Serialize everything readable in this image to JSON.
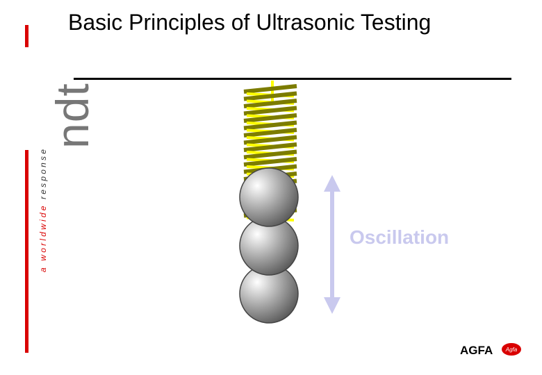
{
  "slide": {
    "title": "Basic Principles of Ultrasonic Testing",
    "label": "Oscillation"
  },
  "brand": {
    "mark": "ndt",
    "tagline_highlight": "a worldwide",
    "tagline_rest": " response",
    "logo_text": "AGFA",
    "logo_badge": "Agfa"
  },
  "colors": {
    "accent_red": "#d90000",
    "spring_yellow": "#ffff00",
    "spring_olive": "#7c7c00",
    "arrow": "#c9c9ee",
    "ball": "#8a8a8a"
  },
  "icons": [
    "spring-icon",
    "ball-icon",
    "double-arrow-icon",
    "agfa-logo-icon"
  ]
}
